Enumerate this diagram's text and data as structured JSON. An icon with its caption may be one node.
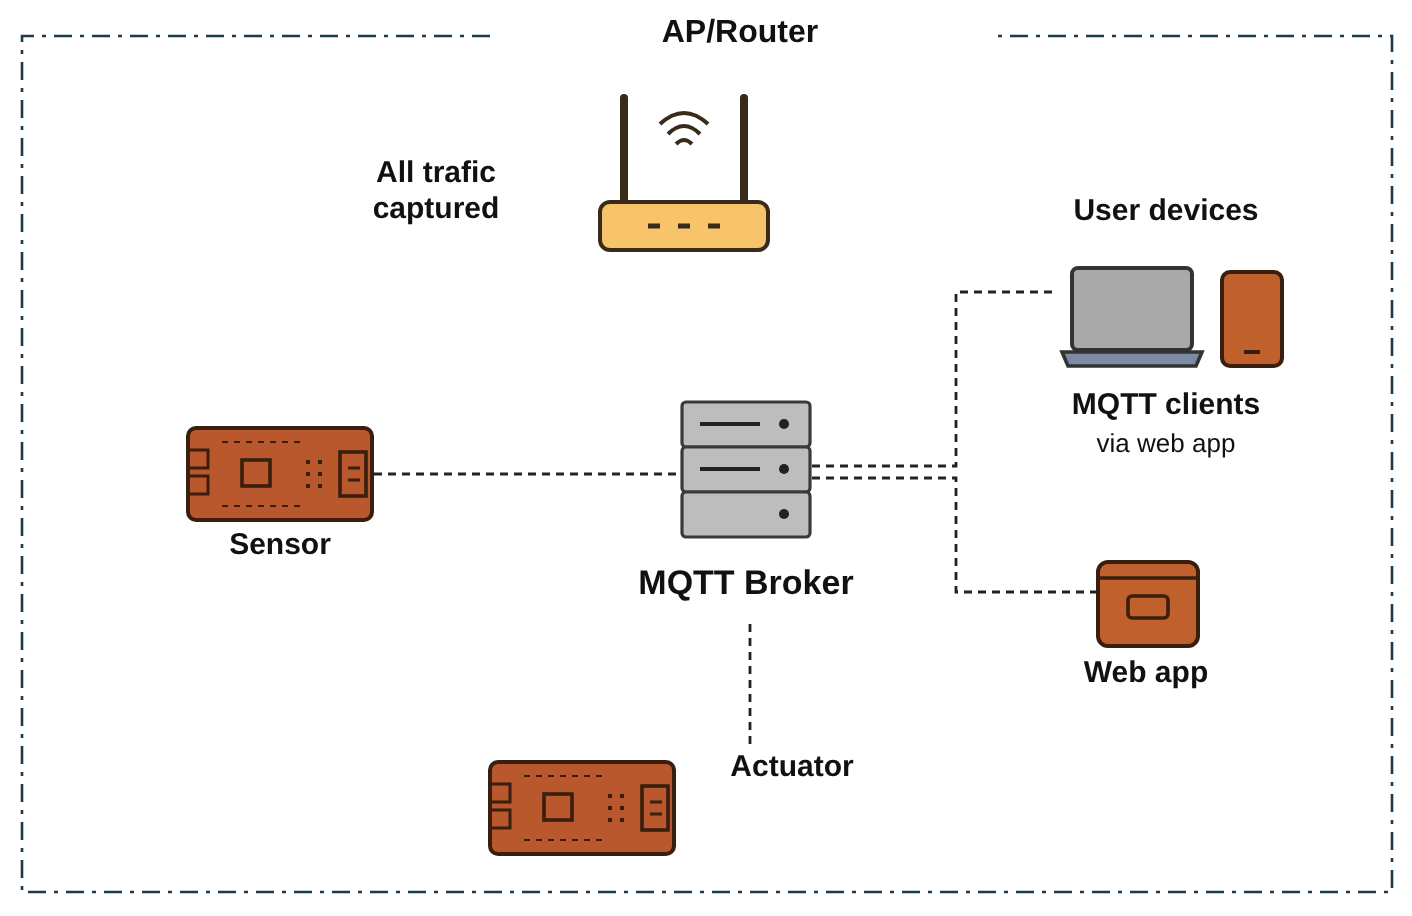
{
  "diagram": {
    "nodes": [
      {
        "text": [
          "AP/Router"
        ]
      },
      {
        "text": [],
        "shape": "picture",
        "in": 0,
        "beside": [
          "All trafic captured"
        ]
      },
      {
        "text": [],
        "shape": "picture",
        "in": 0,
        "beside": [
          "Sensor"
        ]
      },
      {
        "text": [],
        "shape": "picture",
        "in": 0,
        "beside": [
          "MQTT Broker"
        ]
      },
      {
        "text": [],
        "shape": "picture",
        "in": 0,
        "beside": [
          "User devices",
          "MQTT clients",
          "via web app"
        ]
      },
      {
        "text": [],
        "shape": "picture",
        "in": 0,
        "beside": [
          "Web app"
        ]
      },
      {
        "text": [],
        "shape": "picture",
        "in": 0,
        "beside": [
          "Actuator"
        ]
      }
    ],
    "edges": [
      {
        "from": 2,
        "to": 3,
        "arrow": "none",
        "style": "dashed"
      },
      {
        "from": 3,
        "to": 4,
        "arrow": "none",
        "style": "dashed"
      },
      {
        "from": 3,
        "to": 5,
        "arrow": "none",
        "style": "dashed"
      },
      {
        "from": 3,
        "to": 6,
        "arrow": "none",
        "style": "dashed"
      }
    ]
  }
}
